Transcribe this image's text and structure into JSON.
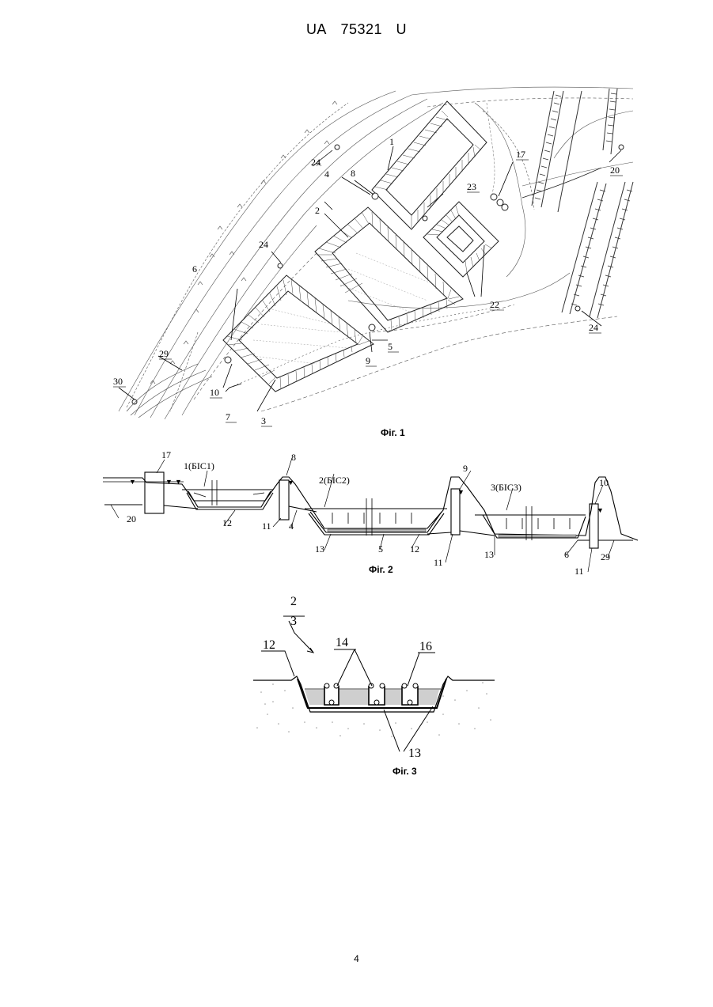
{
  "header": {
    "code": "UA",
    "number": "75321",
    "kind": "U"
  },
  "fig1": {
    "caption": "Фіг. 1",
    "labels": [
      "1",
      "2",
      "3",
      "4",
      "5",
      "6",
      "7",
      "8",
      "9",
      "10",
      "17",
      "20",
      "22",
      "23",
      "24",
      "24",
      "24",
      "29",
      "30"
    ]
  },
  "fig2": {
    "caption": "Фіг. 2",
    "labels": [
      "17",
      "1(БІС1)",
      "8",
      "2(БІС2)",
      "9",
      "3(БІС3)",
      "10",
      "20",
      "12",
      "11",
      "4",
      "13",
      "5",
      "12",
      "11",
      "13",
      "6",
      "11",
      "29"
    ]
  },
  "fig3": {
    "caption": "Фіг. 3",
    "labels": [
      "2",
      "3",
      "12",
      "14",
      "16",
      "13"
    ]
  },
  "page_number": "4"
}
